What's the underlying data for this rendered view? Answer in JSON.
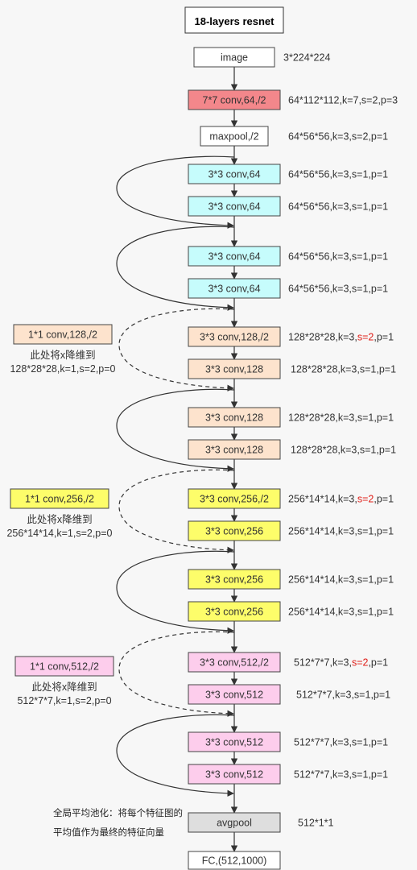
{
  "title": "18-layers resnet",
  "colors": {
    "red": "#f3878b",
    "cyan": "#c6fcfc",
    "peach": "#fde3cd",
    "yellow": "#fdfd6a",
    "pink": "#fdcdec",
    "white": "#ffffff",
    "gray": "#dedede",
    "highlight": "#e0201a"
  },
  "layers": [
    {
      "id": "image",
      "label": "image",
      "color": "white",
      "params": [
        {
          "t": "3*224*224"
        }
      ]
    },
    {
      "id": "conv1",
      "label": "7*7 conv,64,/2",
      "color": "red",
      "params": [
        {
          "t": "64*112*112,k=7,s=2,p=3"
        }
      ]
    },
    {
      "id": "maxpool",
      "label": "maxpool,/2",
      "color": "white",
      "params": [
        {
          "t": "64*56*56,k=3,s=2,p=1"
        }
      ]
    },
    {
      "id": "c2a1",
      "label": "3*3 conv,64",
      "color": "cyan",
      "params": [
        {
          "t": "64*56*56,k=3,s=1,p=1"
        }
      ]
    },
    {
      "id": "c2a2",
      "label": "3*3 conv,64",
      "color": "cyan",
      "params": [
        {
          "t": "64*56*56,k=3,s=1,p=1"
        }
      ]
    },
    {
      "id": "c2b1",
      "label": "3*3 conv,64",
      "color": "cyan",
      "params": [
        {
          "t": "64*56*56,k=3,s=1,p=1"
        }
      ]
    },
    {
      "id": "c2b2",
      "label": "3*3 conv,64",
      "color": "cyan",
      "params": [
        {
          "t": "64*56*56,k=3,s=1,p=1"
        }
      ]
    },
    {
      "id": "c3a1",
      "label": "3*3 conv,128,/2",
      "color": "peach",
      "params": [
        {
          "t": "128*28*28,k=3,"
        },
        {
          "t": "s=2",
          "hl": true
        },
        {
          "t": ",p=1"
        }
      ]
    },
    {
      "id": "c3a2",
      "label": "3*3 conv,128",
      "color": "peach",
      "params": [
        {
          "t": "128*28*28,k=3,s=1,p=1"
        }
      ]
    },
    {
      "id": "c3b1",
      "label": "3*3 conv,128",
      "color": "peach",
      "params": [
        {
          "t": "128*28*28,k=3,s=1,p=1"
        }
      ]
    },
    {
      "id": "c3b2",
      "label": "3*3 conv,128",
      "color": "peach",
      "params": [
        {
          "t": "128*28*28,k=3,s=1,p=1"
        }
      ]
    },
    {
      "id": "c4a1",
      "label": "3*3 conv,256,/2",
      "color": "yellow",
      "params": [
        {
          "t": "256*14*14,k=3,"
        },
        {
          "t": "s=2",
          "hl": true
        },
        {
          "t": ",p=1"
        }
      ]
    },
    {
      "id": "c4a2",
      "label": "3*3 conv,256",
      "color": "yellow",
      "params": [
        {
          "t": "256*14*14,k=3,s=1,p=1"
        }
      ]
    },
    {
      "id": "c4b1",
      "label": "3*3 conv,256",
      "color": "yellow",
      "params": [
        {
          "t": "256*14*14,k=3,s=1,p=1"
        }
      ]
    },
    {
      "id": "c4b2",
      "label": "3*3 conv,256",
      "color": "yellow",
      "params": [
        {
          "t": "256*14*14,k=3,s=1,p=1"
        }
      ]
    },
    {
      "id": "c5a1",
      "label": "3*3 conv,512,/2",
      "color": "pink",
      "params": [
        {
          "t": "512*7*7,k=3,"
        },
        {
          "t": "s=2",
          "hl": true
        },
        {
          "t": ",p=1"
        }
      ]
    },
    {
      "id": "c5a2",
      "label": "3*3 conv,512",
      "color": "pink",
      "params": [
        {
          "t": "512*7*7,k=3,s=1,p=1"
        }
      ]
    },
    {
      "id": "c5b1",
      "label": "3*3 conv,512",
      "color": "pink",
      "params": [
        {
          "t": "512*7*7,k=3,s=1,p=1"
        }
      ]
    },
    {
      "id": "c5b2",
      "label": "3*3 conv,512",
      "color": "pink",
      "params": [
        {
          "t": "512*7*7,k=3,s=1,p=1"
        }
      ]
    },
    {
      "id": "avgpool",
      "label": "avgpool",
      "color": "gray",
      "params": [
        {
          "t": "512*1*1"
        }
      ]
    },
    {
      "id": "fc",
      "label": "FC,(512,1000)",
      "color": "white",
      "params": []
    }
  ],
  "shortcuts": [
    {
      "from": "maxpool",
      "to": "c2a2",
      "dashed": false
    },
    {
      "from": "c2a2",
      "to": "c2b2",
      "dashed": false
    },
    {
      "from": "c2b2",
      "to": "c3a2",
      "dashed": true
    },
    {
      "from": "c3a2",
      "to": "c3b2",
      "dashed": false
    },
    {
      "from": "c3b2",
      "to": "c4a2",
      "dashed": true
    },
    {
      "from": "c4a2",
      "to": "c4b2",
      "dashed": false
    },
    {
      "from": "c4b2",
      "to": "c5a2",
      "dashed": true
    },
    {
      "from": "c5a2",
      "to": "c5b2",
      "dashed": false
    }
  ],
  "downsample_notes": [
    {
      "box": "1*1 conv,128,/2",
      "color": "peach",
      "line1": "此处将x降维到",
      "line2": "128*28*28,k=1,s=2,p=0"
    },
    {
      "box": "1*1 conv,256,/2",
      "color": "yellow",
      "line1": "此处将x降维到",
      "line2": "256*14*14,k=1,s=2,p=0"
    },
    {
      "box": "1*1 conv,512,/2",
      "color": "pink",
      "line1": "此处将x降维到",
      "line2": "512*7*7,k=1,s=2,p=0"
    }
  ],
  "avgpool_note": {
    "line1": "全局平均池化：将每个特征图的",
    "line2": "平均值作为最终的特征向量"
  }
}
